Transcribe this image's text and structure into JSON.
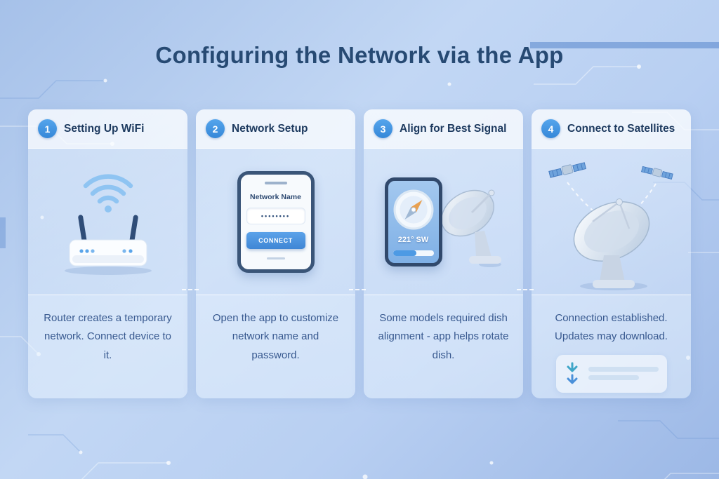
{
  "title": "Configuring the Network via the App",
  "colors": {
    "accent": "#3f94e0",
    "title_text": "#274a73",
    "body_text": "#38598f"
  },
  "steps": [
    {
      "number": "1",
      "title": "Setting Up WiFi",
      "description": "Router creates a temporary network. Connect device to it."
    },
    {
      "number": "2",
      "title": "Network Setup",
      "description": "Open the app to customize network name and password.",
      "phone": {
        "network_label": "Network Name",
        "password_dots": "••••••••",
        "connect_button": "CONNECT"
      }
    },
    {
      "number": "3",
      "title": "Align for Best Signal",
      "description": "Some models required dish alignment - app helps rotate dish.",
      "compass_reading": "221° SW"
    },
    {
      "number": "4",
      "title": "Connect to Satellites",
      "description": "Connection established. Updates may download."
    }
  ]
}
